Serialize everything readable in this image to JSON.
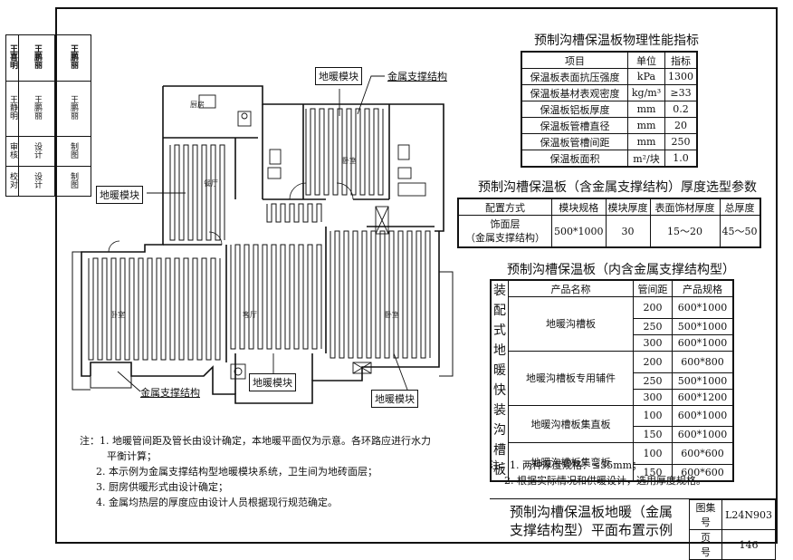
{
  "sidebar": {
    "signatures": [
      "王喜明",
      "王鹏丽",
      "王鹏丽"
    ],
    "names": [
      "王静明",
      "王鹏丽",
      "王鹏丽"
    ],
    "roles": [
      "校对",
      "设计",
      "制图"
    ],
    "roles2": [
      "审核",
      "设计",
      "制图"
    ]
  },
  "plan": {
    "callouts": {
      "top_module": "地暖模块",
      "metal_support_top": "金属支撑结构",
      "left_module": "地暖模块",
      "bottom_metal_support": "金属支撑结构",
      "bottom_module_mid": "地暖模块",
      "bottom_module_right": "地暖模块"
    },
    "rooms": {
      "kitchen": "厨房",
      "bedroom_top": "卧室",
      "living": "餐厅",
      "bedroom_left": "卧室",
      "hall": "客厅",
      "bedroom_right": "卧室"
    }
  },
  "table1": {
    "title": "预制沟槽保温板物理性能指标",
    "headers": [
      "项目",
      "单位",
      "指标"
    ],
    "rows": [
      [
        "保温板表面抗压强度",
        "kPa",
        "1300"
      ],
      [
        "保温板基材表观密度",
        "kg/m³",
        "≥33"
      ],
      [
        "保温板铝板厚度",
        "mm",
        "0.2"
      ],
      [
        "保温板管槽直径",
        "mm",
        "20"
      ],
      [
        "保温板管槽间距",
        "mm",
        "250"
      ],
      [
        "保温板面积",
        "m²/块",
        "1.0"
      ]
    ]
  },
  "table2": {
    "title": "预制沟槽保温板（含金属支撑结构）厚度选型参数",
    "headers": [
      "配置方式",
      "模块规格",
      "模块厚度",
      "表面饰材厚度",
      "总厚度"
    ],
    "row": [
      "饰面层",
      "（金属支撑结构）",
      "500*1000",
      "30",
      "15～20",
      "45～50"
    ]
  },
  "table3": {
    "title": "预制沟槽保温板（内含金属支撑结构型）",
    "side_label": [
      "装",
      "配",
      "式",
      "地",
      "暖",
      "快",
      "装",
      "沟",
      "槽",
      "板"
    ],
    "headers": [
      "产品名称",
      "管间距",
      "产品规格"
    ],
    "groups": [
      {
        "name": "地暖沟槽板",
        "rows": [
          [
            "200",
            "600*1000"
          ],
          [
            "250",
            "500*1000"
          ],
          [
            "300",
            "600*1000"
          ]
        ]
      },
      {
        "name": "地暖沟槽板专用辅件",
        "rows": [
          [
            "200",
            "600*800"
          ],
          [
            "250",
            "500*1000"
          ],
          [
            "300",
            "600*1200"
          ]
        ]
      },
      {
        "name": "地暖沟槽板集直板",
        "rows": [
          [
            "100",
            "600*1000"
          ],
          [
            "150",
            "600*1000"
          ]
        ]
      },
      {
        "name": "地暖沟槽板集弯板",
        "rows": [
          [
            "100",
            "600*600"
          ],
          [
            "150",
            "600*600"
          ]
        ]
      }
    ]
  },
  "subnotes": [
    "注：1. 两种厚度规格：≤35mm；",
    "2. 根据实际情况和供暖设计，选用厚度规格。"
  ],
  "notes": [
    "注：1. 地暖管间距及管长由设计确定，本地暖平面仅为示意。各环路应进行水力",
    "平衡计算；",
    "2. 本示例为金属支撑结构型地暖模块系统，卫生间为地砖面层；",
    "3. 厨房供暖形式由设计确定；",
    "4. 金属均热层的厚度应由设计人员根据现行规范确定。"
  ],
  "title_block": {
    "main_line1": "预制沟槽保温板地暖（金属",
    "main_line2": "支撑结构型）平面布置示例",
    "atlas_label": "图集号",
    "atlas_value": "L24N903",
    "page_label": "页　号",
    "page_value": "146"
  },
  "colors": {
    "line": "#111111",
    "pipe": "#111111"
  }
}
